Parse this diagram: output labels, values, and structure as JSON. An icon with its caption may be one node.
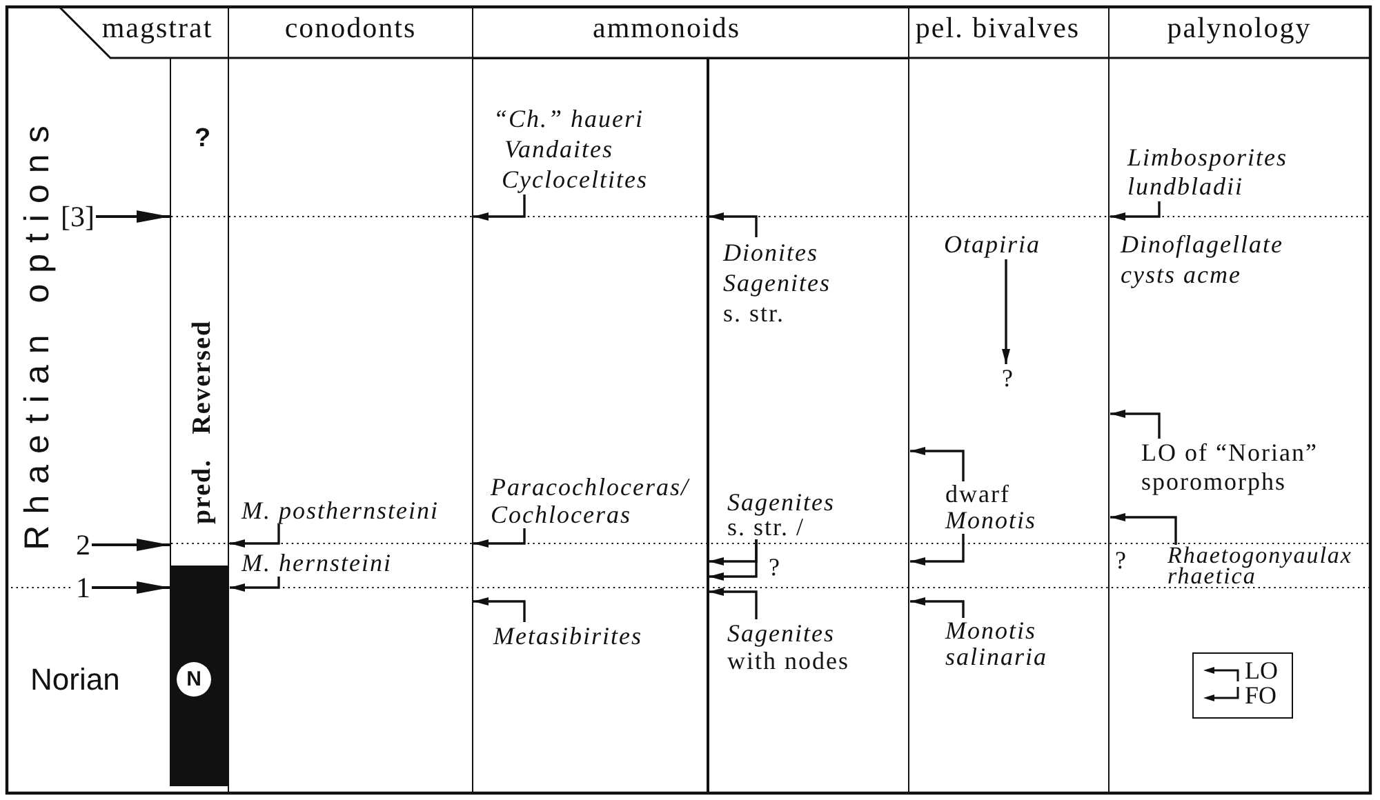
{
  "diagram": {
    "nodes": [
      {
        "text": [
          "magstrat"
        ]
      },
      {
        "text": [
          "?",
          "pred. Reversed"
        ],
        "in": 0
      },
      {
        "text": [],
        "shape": "bar",
        "in": 0
      },
      {
        "text": [
          "N"
        ],
        "in": 2
      },
      {
        "text": [
          "[3]"
        ]
      },
      {
        "text": [
          "2"
        ]
      },
      {
        "text": [
          "1"
        ]
      },
      {
        "text": [
          "conodonts"
        ]
      },
      {
        "text": [
          "M. posthernsteini"
        ],
        "in": 7
      },
      {
        "text": [
          "M. hernsteini"
        ],
        "in": 7
      },
      {
        "text": [
          "ammonoids"
        ]
      },
      {
        "text": [],
        "shape": "box",
        "in": 10
      },
      {
        "text": [
          "“Ch.” haueri",
          "Vandaites",
          "Cycloceltites"
        ],
        "in": 11
      },
      {
        "text": [
          "Paracochloceras/ Cochloceras"
        ],
        "in": 11
      },
      {
        "text": [
          "Metasibirites"
        ],
        "in": 11
      },
      {
        "text": [
          "?"
        ],
        "in": 10
      },
      {
        "text": [
          "Dionites",
          "*Sagenites* s. str."
        ],
        "in": 15
      },
      {
        "text": [
          "*Sagenites* s. str. /"
        ],
        "in": 15
      },
      {
        "text": [
          "*Sagenites* with nodes"
        ],
        "in": 15
      },
      {
        "text": [
          "pel. bivalves"
        ]
      },
      {
        "text": [
          "Otapiria"
        ],
        "in": 19
      },
      {
        "text": [
          "?"
        ],
        "in": 19
      },
      {
        "text": [
          "dwarf *Monotis*"
        ],
        "in": 19
      },
      {
        "text": [
          "Monotis salinaria"
        ],
        "in": 19
      },
      {
        "text": [
          "palynology",
          "Dinoflagellate cysts acme",
          "?"
        ]
      },
      {
        "text": [
          "Limbosporites lundbladii"
        ],
        "in": 24
      },
      {
        "text": [
          "LO of “Norian” sporomorphs"
        ],
        "in": 24
      },
      {
        "text": [
          "Rhaetogonyaulax rhaetica"
        ],
        "in": 24
      }
    ],
    "edges": [
      {
        "from": 4,
        "to": 1,
        "arrow": "to"
      },
      {
        "from": 5,
        "to": 1,
        "arrow": "to"
      },
      {
        "from": 6,
        "to": 2,
        "arrow": "to"
      },
      {
        "from": 8,
        "to": 7,
        "arrow": "to"
      },
      {
        "from": 9,
        "to": 7,
        "arrow": "to"
      },
      {
        "from": 12,
        "to": 11,
        "arrow": "to"
      },
      {
        "from": 13,
        "to": 11,
        "arrow": "to"
      },
      {
        "from": 14,
        "to": 11,
        "arrow": "to"
      },
      {
        "from": 16,
        "to": 15,
        "arrow": "to"
      },
      {
        "from": 17,
        "to": 15,
        "arrow": "to"
      },
      {
        "from": 17,
        "to": 15,
        "arrow": "to"
      },
      {
        "from": 18,
        "to": 15,
        "arrow": "to"
      },
      {
        "from": 20,
        "to": 21,
        "arrow": "to"
      },
      {
        "from": 22,
        "to": 19,
        "arrow": "to"
      },
      {
        "from": 22,
        "to": 19,
        "arrow": "to"
      },
      {
        "from": 23,
        "to": 19,
        "arrow": "to"
      },
      {
        "from": 25,
        "to": 24,
        "arrow": "to"
      },
      {
        "from": 26,
        "to": 24,
        "arrow": "to"
      },
      {
        "from": 27,
        "to": 24,
        "arrow": "to"
      }
    ],
    "labels": [
      "Rhaetian options",
      "Norian"
    ],
    "legend": [
      {
        "text": "LO"
      },
      {
        "text": "FO"
      }
    ]
  }
}
